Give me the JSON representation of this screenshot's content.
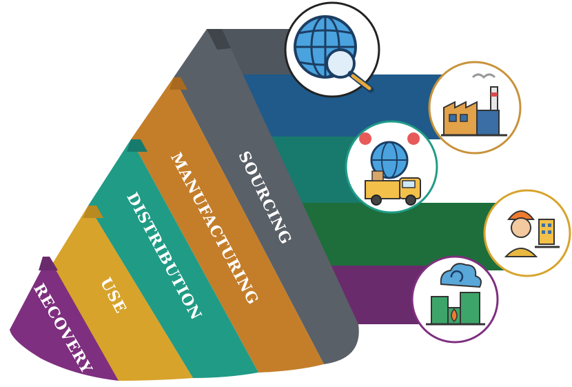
{
  "stages": [
    {
      "id": "sourcing",
      "label": "SOURCING",
      "icon": "globe-search-icon",
      "color": "#5a6068",
      "band_color": "#4f565e"
    },
    {
      "id": "manufacturing",
      "label": "MANUFACTURING",
      "icon": "factory-icon",
      "color": "#c47e2a",
      "band_color": "#1f5a8a"
    },
    {
      "id": "distribution",
      "label": "DISTRIBUTION",
      "icon": "delivery-truck-globe-icon",
      "color": "#209b86",
      "band_color": "#187a6c"
    },
    {
      "id": "use",
      "label": "USE",
      "icon": "worker-icon",
      "color": "#d7a32b",
      "band_color": "#1d6e3a"
    },
    {
      "id": "recovery",
      "label": "RECOVERY",
      "icon": "environment-city-icon",
      "color": "#7e2f7f",
      "band_color": "#6a2b6c"
    }
  ]
}
